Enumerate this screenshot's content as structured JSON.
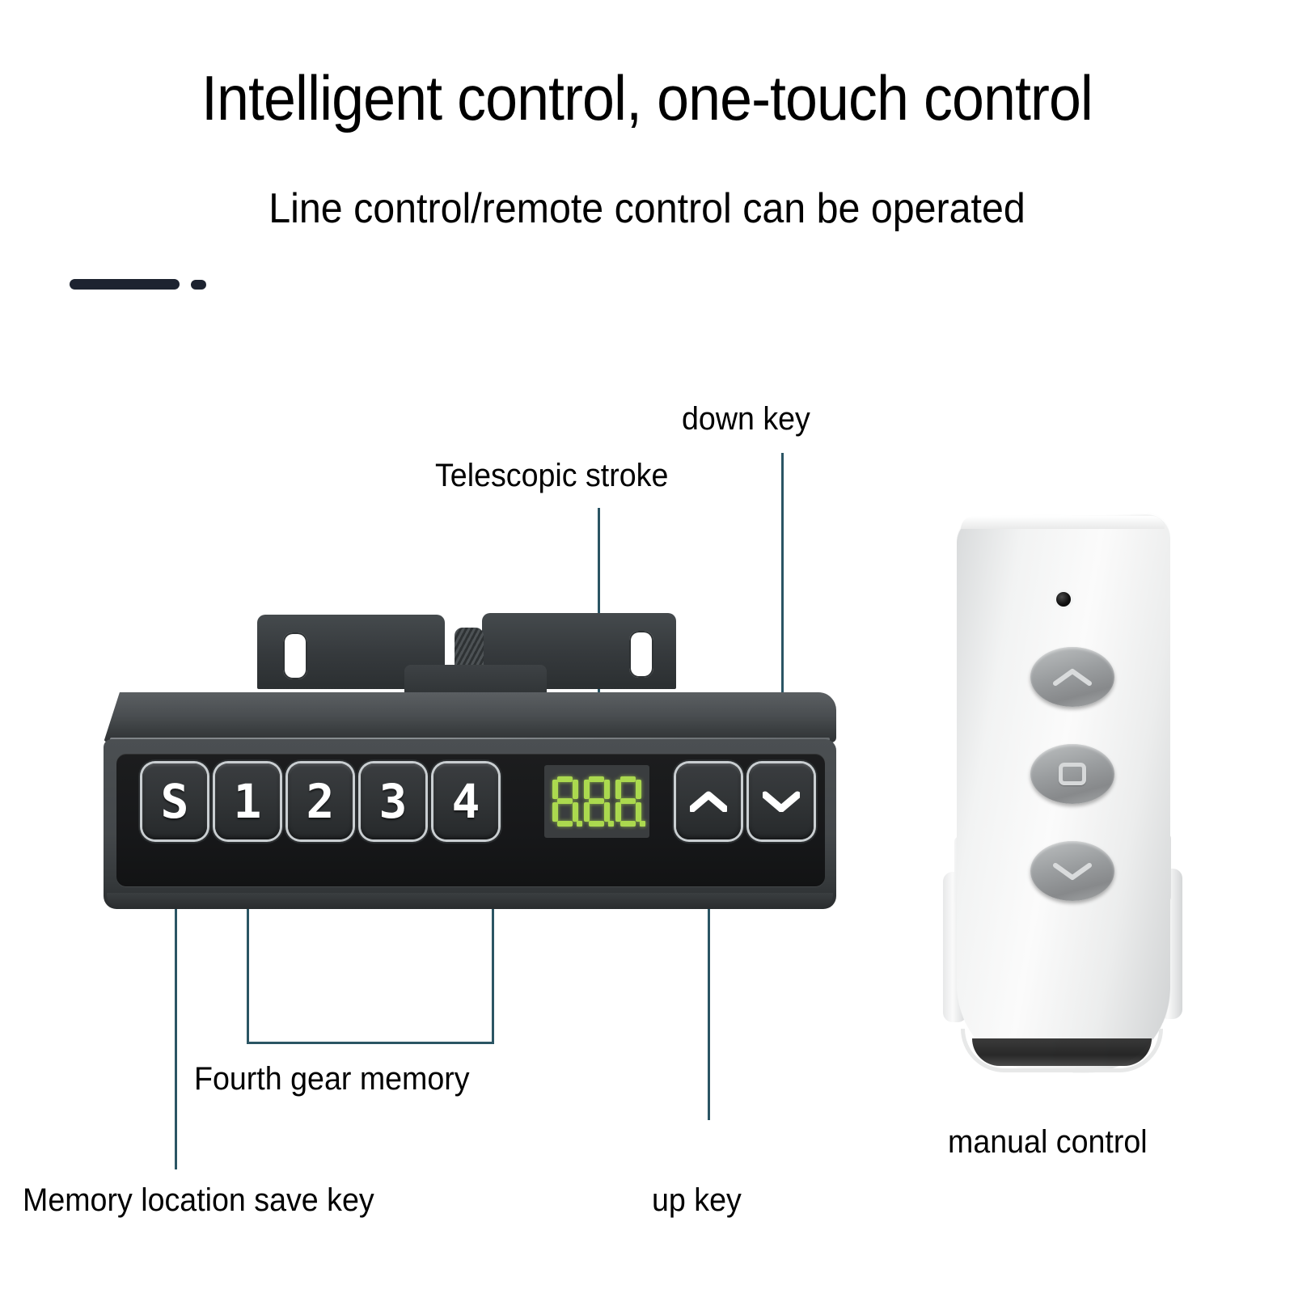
{
  "header": {
    "title": "Intelligent control, one-touch control",
    "subtitle": "Line control/remote control can be operated"
  },
  "callouts": {
    "telescopic_stroke": "Telescopic stroke",
    "down_key": "down key",
    "up_key": "up key",
    "fourth_gear_memory": "Fourth gear memory",
    "memory_location_save_key": "Memory location save key",
    "manual_control": "manual control"
  },
  "control_panel": {
    "buttons": [
      {
        "name": "save-key",
        "label": "S"
      },
      {
        "name": "memory-1",
        "label": "1"
      },
      {
        "name": "memory-2",
        "label": "2"
      },
      {
        "name": "memory-3",
        "label": "3"
      },
      {
        "name": "memory-4",
        "label": "4"
      },
      {
        "name": "up-key",
        "label": "up-chevron-icon"
      },
      {
        "name": "down-key",
        "label": "down-chevron-icon"
      }
    ],
    "display": {
      "value": "8.8.8.",
      "digits": [
        "8",
        "8",
        "8"
      ],
      "segment_color": "#abd94f",
      "background_color": "#3a3d3f"
    }
  },
  "remote": {
    "indicator": "led-indicator",
    "buttons": [
      {
        "name": "remote-up",
        "label": "up-chevron-icon"
      },
      {
        "name": "remote-stop",
        "label": "stop-square-icon"
      },
      {
        "name": "remote-down",
        "label": "down-chevron-icon"
      }
    ]
  },
  "colors": {
    "leader_line": "#2b5564",
    "text": "#000000",
    "background": "#ffffff",
    "display_green": "#abd94f",
    "divider": "#1d2330"
  }
}
